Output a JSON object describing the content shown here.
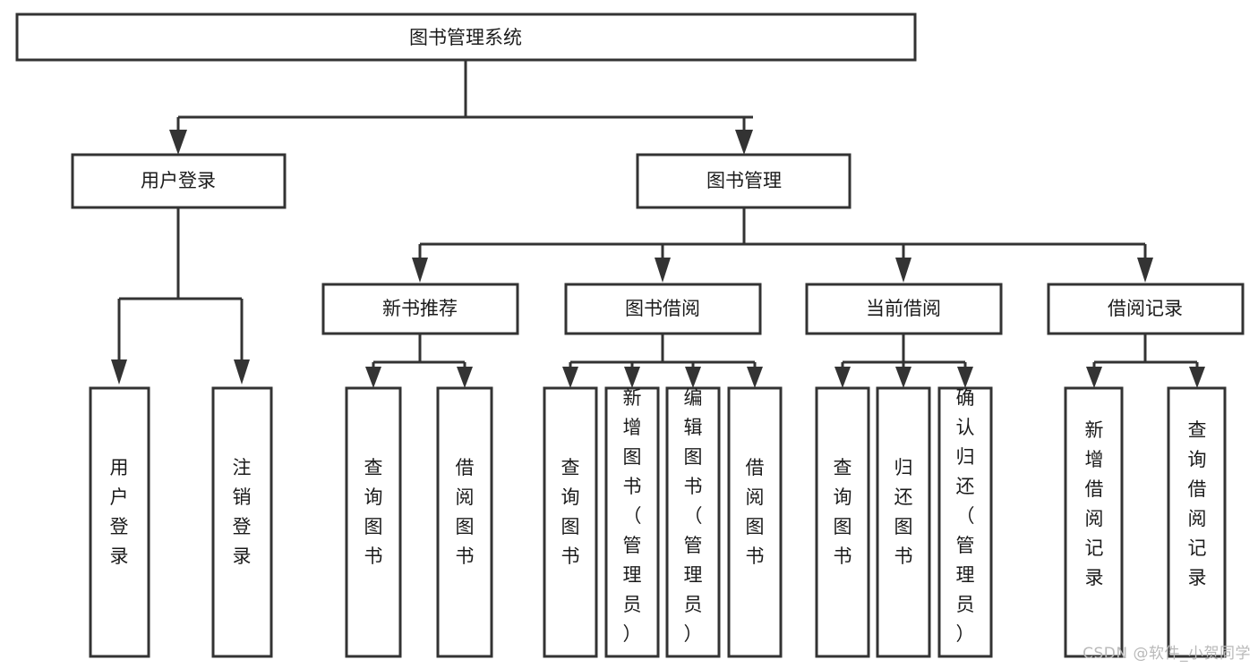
{
  "diagram": {
    "type": "tree-hierarchy",
    "title": "图书管理系统",
    "watermark": "CSDN @软件_小贺同学",
    "colors": {
      "background": "#ffffff",
      "stroke": "#333333",
      "node_fill": "#ffffff",
      "text": "#1b1b1b",
      "watermark": "#b9b9b9"
    },
    "levels": {
      "root": {
        "label": "图书管理系统"
      },
      "level1": [
        {
          "label": "用户登录"
        },
        {
          "label": "图书管理"
        }
      ],
      "level2": [
        {
          "label": "新书推荐"
        },
        {
          "label": "图书借阅"
        },
        {
          "label": "当前借阅"
        },
        {
          "label": "借阅记录"
        }
      ],
      "leaves": [
        {
          "label": "用户登录",
          "parent": "用户登录"
        },
        {
          "label": "注销登录",
          "parent": "用户登录"
        },
        {
          "label": "查询图书",
          "parent": "新书推荐"
        },
        {
          "label": "借阅图书",
          "parent": "新书推荐"
        },
        {
          "label": "查询图书",
          "parent": "图书借阅"
        },
        {
          "label": "新增图书（管理员）",
          "parent": "图书借阅"
        },
        {
          "label": "编辑图书（管理员）",
          "parent": "图书借阅"
        },
        {
          "label": "借阅图书",
          "parent": "图书借阅"
        },
        {
          "label": "查询图书",
          "parent": "当前借阅"
        },
        {
          "label": "归还图书",
          "parent": "当前借阅"
        },
        {
          "label": "确认归还（管理员）",
          "parent": "当前借阅"
        },
        {
          "label": "新增借阅记录",
          "parent": "借阅记录"
        },
        {
          "label": "查询借阅记录",
          "parent": "借阅记录"
        }
      ]
    },
    "nodes": {
      "root": {
        "text": "图书管理系统"
      },
      "l1_0": {
        "text": "用户登录"
      },
      "l1_1": {
        "text": "图书管理"
      },
      "l2_0": {
        "text": "新书推荐"
      },
      "l2_1": {
        "text": "图书借阅"
      },
      "l2_2": {
        "text": "当前借阅"
      },
      "l2_3": {
        "text": "借阅记录"
      },
      "leaf_0": {
        "text": "用户登录"
      },
      "leaf_1": {
        "text": "注销登录"
      },
      "leaf_2": {
        "text": "查询图书"
      },
      "leaf_3": {
        "text": "借阅图书"
      },
      "leaf_4": {
        "text": "查询图书"
      },
      "leaf_5": {
        "text": "新增图书（管理员）"
      },
      "leaf_6": {
        "text": "编辑图书（管理员）"
      },
      "leaf_7": {
        "text": "借阅图书"
      },
      "leaf_8": {
        "text": "查询图书"
      },
      "leaf_9": {
        "text": "归还图书"
      },
      "leaf_10": {
        "text": "确认归还（管理员）"
      },
      "leaf_11": {
        "text": "新增借阅记录"
      },
      "leaf_12": {
        "text": "查询借阅记录"
      }
    }
  }
}
